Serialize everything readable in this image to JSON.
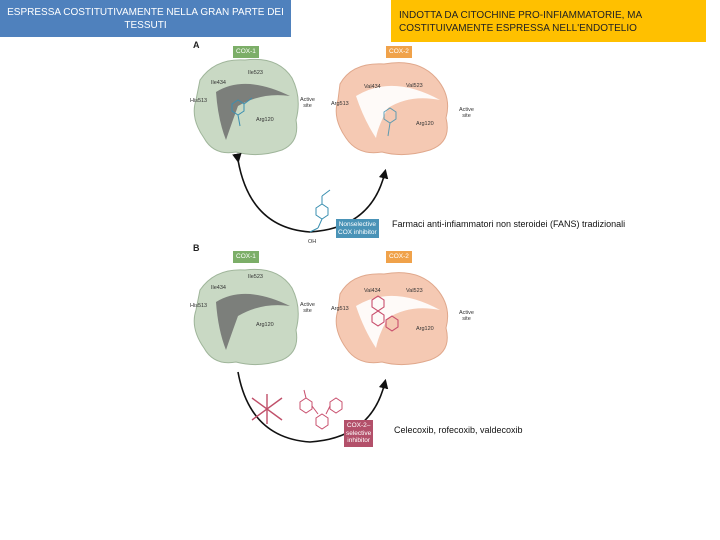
{
  "header": {
    "cox1_label": "ESPRESSA COSTITUTIVAMENTE NELLA GRAN PARTE DEI TESSUTI",
    "cox2_label": "INDOTTA DA CITOCHINE PRO-INFIAMMATORIE, MA COSTITUIVAMENTE ESPRESSA NELL'ENDOTELIO"
  },
  "figure": {
    "panel_a": {
      "letter": "A",
      "cox1_tag": "COX-1",
      "cox2_tag": "COX-2",
      "cox1_residues": [
        "Ile434",
        "Ile523",
        "His513",
        "Arg120"
      ],
      "cox2_residues": [
        "Val434",
        "Val523",
        "Arg513",
        "Arg120"
      ],
      "site_label": "Active\nsite",
      "inhibitor": "Nonselective\nCOX inhibitor",
      "oh_label": "OH",
      "caption": "Farmaci anti-infiammatori non steroidei (FANS) tradizionali"
    },
    "panel_b": {
      "letter": "B",
      "cox1_tag": "COX-1",
      "cox2_tag": "COX-2",
      "cox1_residues": [
        "Ile434",
        "Ile523",
        "His513",
        "Arg120"
      ],
      "cox2_residues": [
        "Val434",
        "Val523",
        "Arg513",
        "Arg120"
      ],
      "site_label": "Active\nsite",
      "inhibitor": "COX-2–\nselective\ninhibitor",
      "caption": "Celecoxib, rofecoxib, valdecoxib"
    }
  },
  "colors": {
    "cox1_header": "#4f81bd",
    "cox2_header": "#ffc000",
    "cox1_protein": "#c9d9c4",
    "cox2_protein": "#f5c9b3",
    "nonselective": "#4a93b7",
    "selective": "#b3506a"
  }
}
